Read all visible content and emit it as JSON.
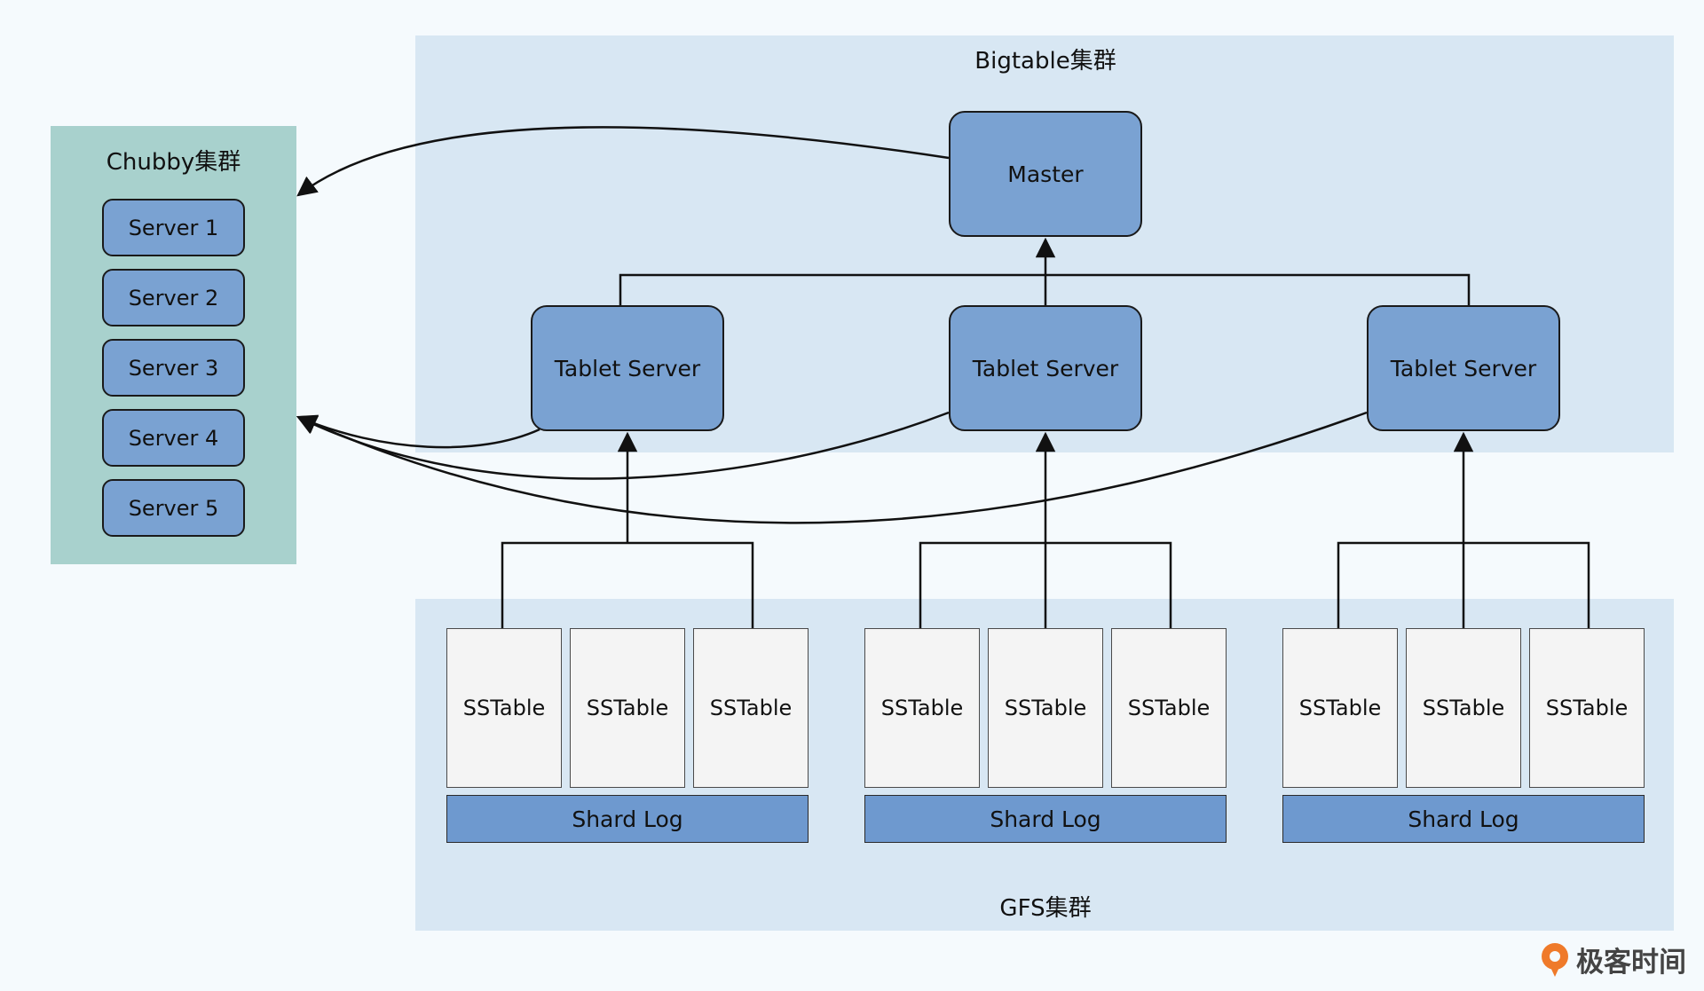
{
  "regions": {
    "bigtable_title": "Bigtable集群",
    "chubby_title": "Chubby集群",
    "gfs_title": "GFS集群"
  },
  "chubby": {
    "servers": [
      "Server 1",
      "Server 2",
      "Server 3",
      "Server 4",
      "Server 5"
    ]
  },
  "master": {
    "label": "Master"
  },
  "tablet_servers": [
    "Tablet Server",
    "Tablet Server",
    "Tablet Server"
  ],
  "gfs_groups": [
    {
      "sstables": [
        "SSTable",
        "SSTable",
        "SSTable"
      ],
      "shard_log": "Shard Log"
    },
    {
      "sstables": [
        "SSTable",
        "SSTable",
        "SSTable"
      ],
      "shard_log": "Shard Log"
    },
    {
      "sstables": [
        "SSTable",
        "SSTable",
        "SSTable"
      ],
      "shard_log": "Shard Log"
    }
  ],
  "brand": {
    "name": "极客时间",
    "accent": "#ef7a2a"
  },
  "colors": {
    "node_fill": "#7aa2d2",
    "region_fill": "#d8e7f3",
    "chubby_fill": "#a8d1cd",
    "shard_log_fill": "#6e99cf"
  }
}
